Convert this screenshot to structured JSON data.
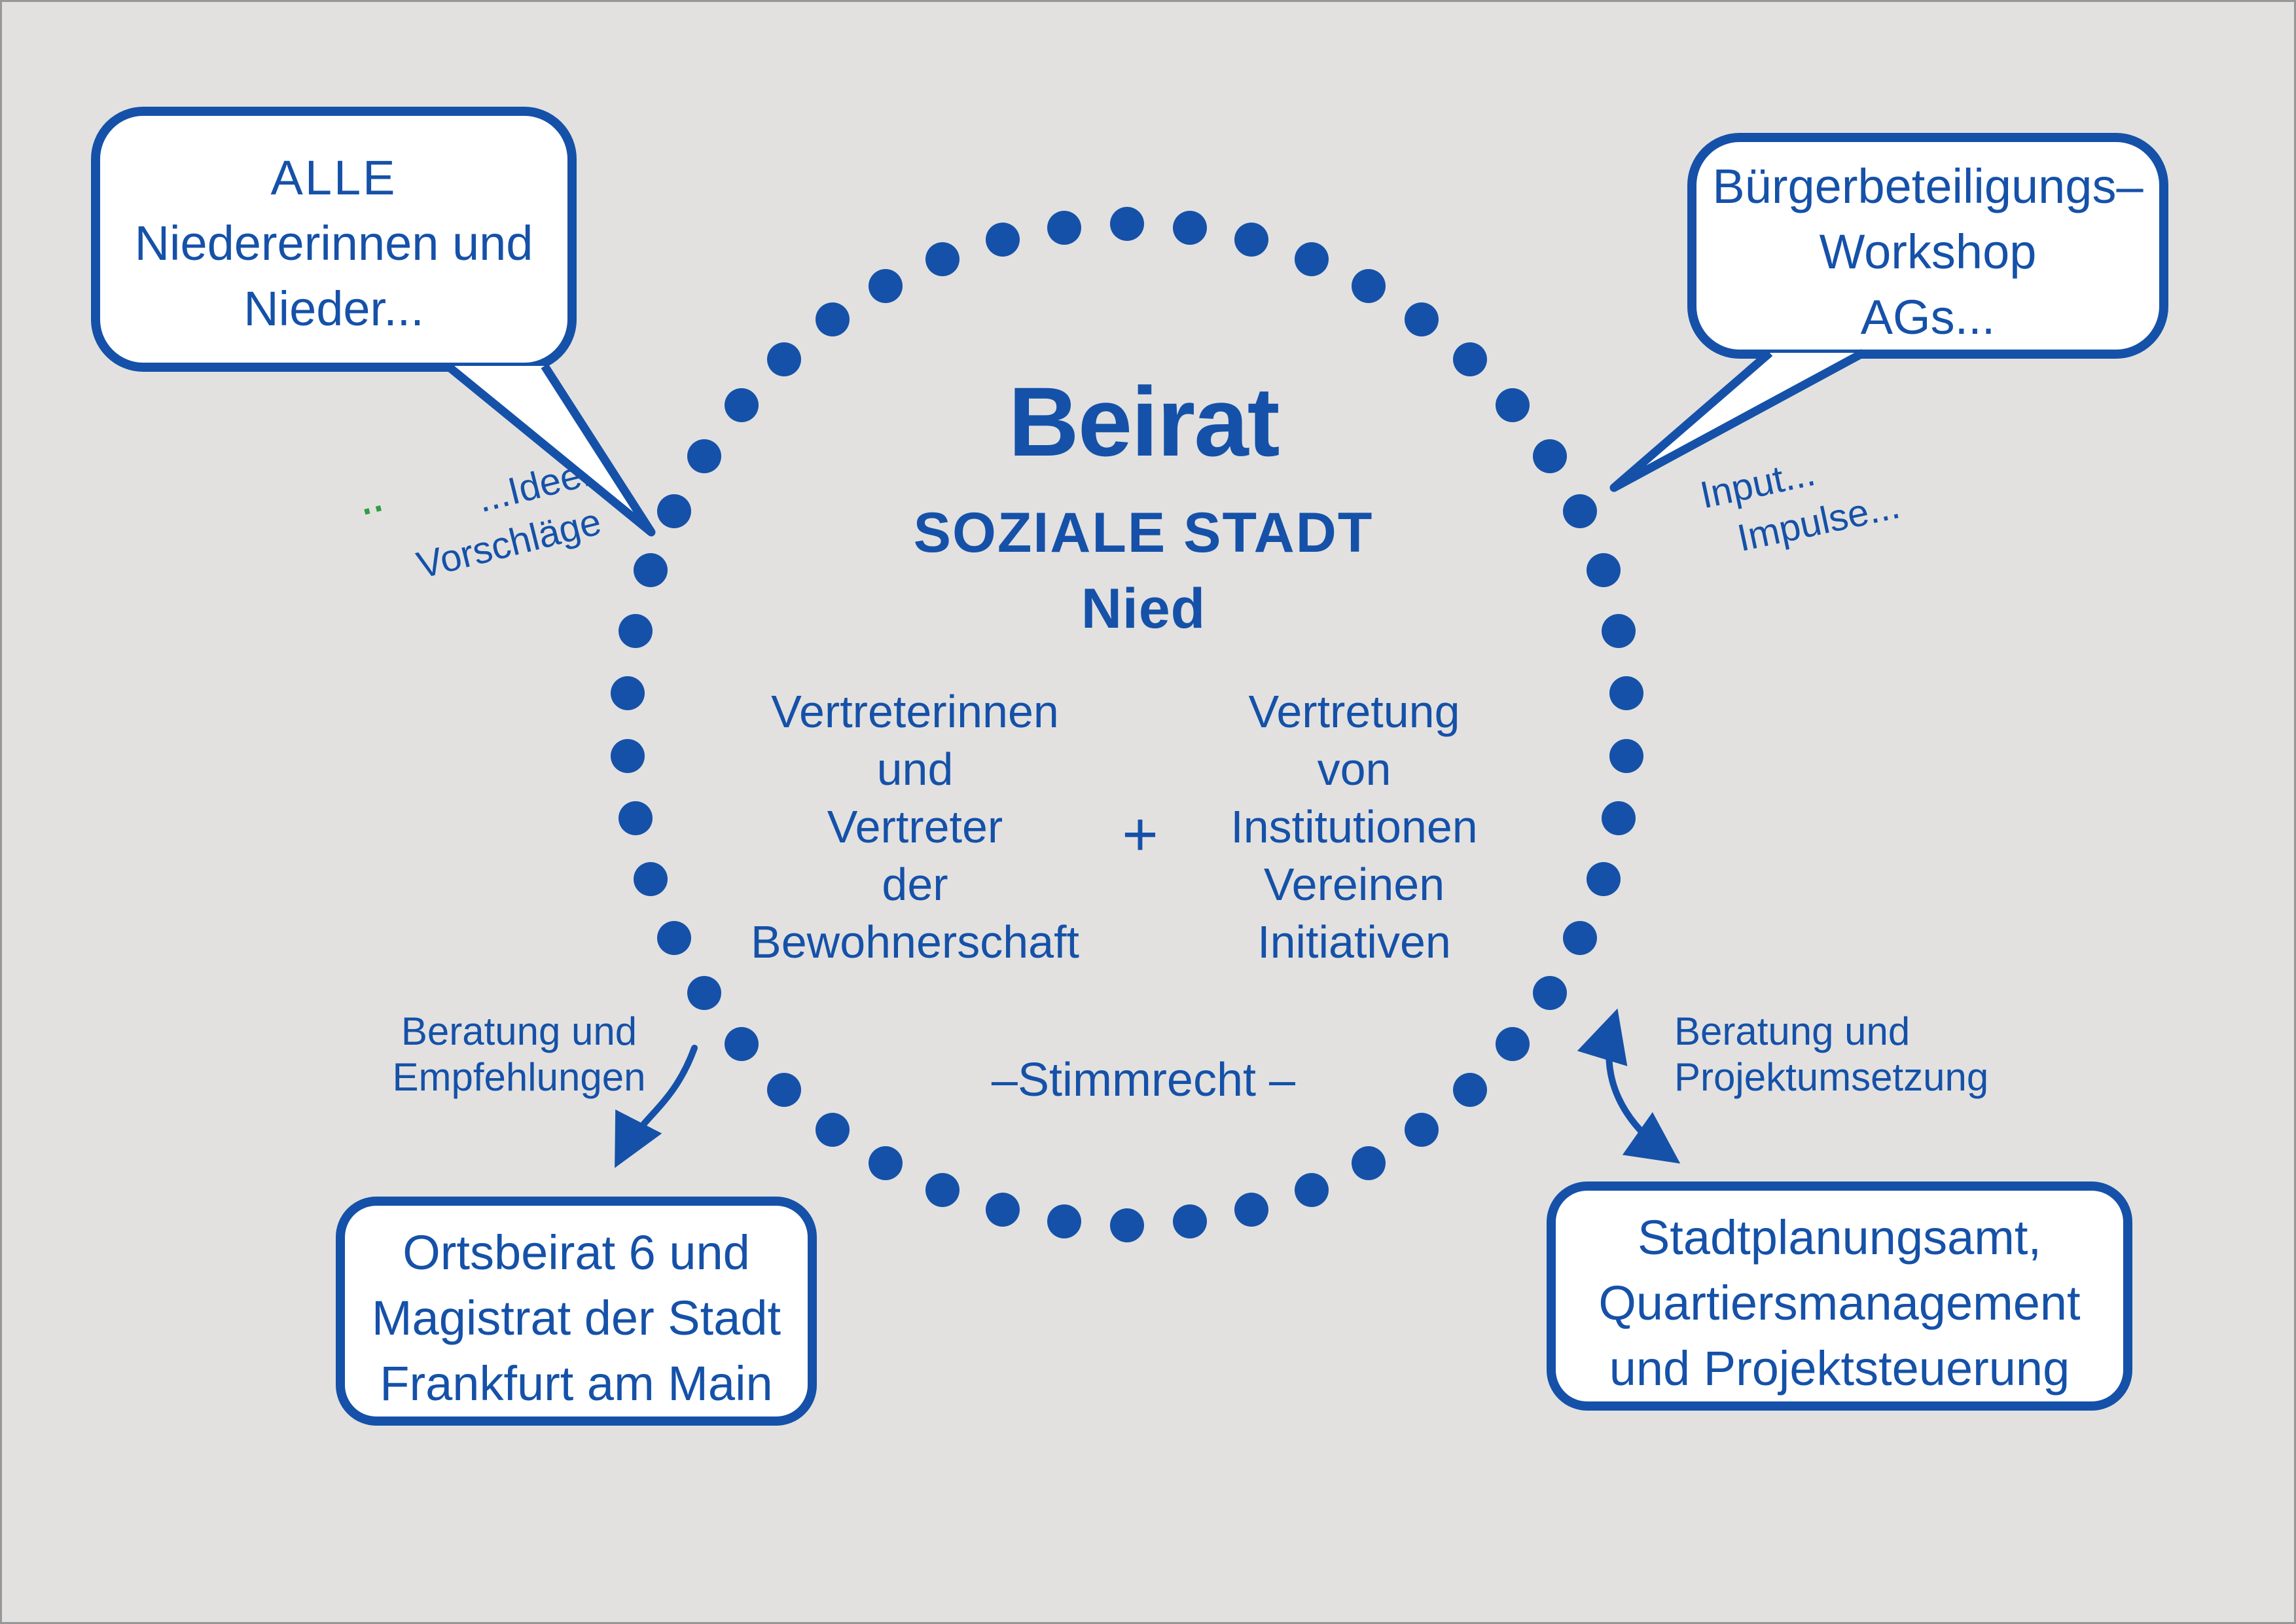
{
  "colors": {
    "accent_blue": "#1551a8",
    "background": "#e2e1e0",
    "bubble_fill": "#ffffff",
    "green_dots": "#2f9e3f"
  },
  "circle": {
    "dot_count": 50,
    "title": "Beirat",
    "subtitle1": "SOZIALE STADT",
    "subtitle2": "Nied",
    "left_column": {
      "lines": [
        "Vertreterinnen",
        "und",
        "Vertreter",
        "der",
        "Bewohnerschaft"
      ]
    },
    "plus": "+",
    "right_column": {
      "lines": [
        "Vertretung",
        "von",
        "Institutionen",
        "Vereinen",
        "Initiativen"
      ]
    },
    "bottom_note": "–Stimmrecht –"
  },
  "bubbles": {
    "top_left": {
      "lines": [
        "ALLE",
        "Niedererinnen und",
        "Nieder..."
      ]
    },
    "top_right": {
      "lines": [
        "Bürgerbeteiligungs–",
        "Workshop",
        "AGs..."
      ]
    }
  },
  "boxes": {
    "bottom_left": {
      "lines": [
        "Ortsbeirat 6 und",
        "Magistrat der Stadt",
        "Frankfurt am Main"
      ]
    },
    "bottom_right": {
      "lines": [
        "Stadtplanungsamt,",
        "Quartiersmanagement",
        "und Projektsteuerung"
      ]
    }
  },
  "labels": {
    "ideen": {
      "line1": "...Ideen",
      "line2": "Vorschläge",
      "green_marks": "‥"
    },
    "input": {
      "line1": "Input...",
      "line2": "Impulse..."
    },
    "beratung_empfehlungen": {
      "line1": "Beratung und",
      "line2": "Empfehlungen"
    },
    "beratung_projektumsetzung": {
      "line1": "Beratung und",
      "line2": "Projektumsetzung"
    }
  }
}
